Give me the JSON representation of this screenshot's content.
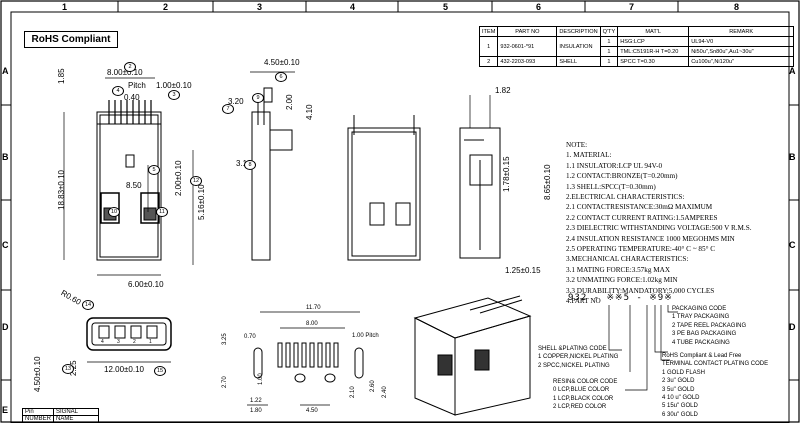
{
  "border": {
    "columns": [
      "1",
      "2",
      "3",
      "4",
      "5",
      "6",
      "7",
      "8"
    ],
    "rows": [
      "A",
      "B",
      "C",
      "D",
      "E"
    ]
  },
  "rohs_label": "RoHS Compliant",
  "bom": {
    "headers": [
      "ITEM",
      "PART NO",
      "DESCRIPTION",
      "Q'TY",
      "MAT'L",
      "REMARK"
    ],
    "rows": [
      {
        "item": "1",
        "part_no": "932-0601-*91",
        "description": "INSULATION",
        "qty": [
          "1",
          "1"
        ],
        "matl": [
          "HSG:LCP",
          "TML:C5191R-H T=0.20"
        ],
        "remark": [
          "UL94-V0",
          "Ni50u\",Sn80u\",Au1~30u\""
        ]
      },
      {
        "item": "2",
        "part_no": "432-2203-093",
        "description": "SHELL",
        "qty": [
          "1"
        ],
        "matl": [
          "SPCC T=0.30"
        ],
        "remark": [
          "Cu100u\",Ni120u\""
        ]
      }
    ]
  },
  "dimensions": {
    "top_width": "8.00±0.10",
    "pitch_label": "Pitch",
    "pitch_value": "1.00±0.10",
    "d_040": "0.40",
    "d_185": "1.85",
    "d_1883": "18.83±0.10",
    "d_850": "8.50",
    "d_200a": "2.00±0.10",
    "d_516": "5.16±0.10",
    "d_600": "6.00±0.10",
    "d_450": "4.50±0.10",
    "d_320": "3.20",
    "d_200b": "2.00",
    "d_410": "4.10",
    "d_310": "3.10",
    "d_182": "1.82",
    "d_178": "1.78±0.15",
    "d_865": "8.65±0.10",
    "d_125": "1.25±0.15",
    "d_r060": "R0.60",
    "d_1200": "12.00±0.10",
    "d_450b": "4.50±0.10",
    "d_225": "2.25",
    "d_1170": "11.70",
    "d_800": "8.00",
    "d_070": "0.70",
    "d_325": "3.25",
    "d_100pitch": "1.00 Pitch",
    "d_270": "2.70",
    "d_122": "1.22",
    "d_180": "1.80",
    "d_450c": "4.50",
    "d_210": "2.10",
    "d_260": "2.60",
    "d_240": "2.40",
    "d_100": "1.00"
  },
  "balloons": [
    "2",
    "3",
    "4",
    "5",
    "6",
    "7",
    "8",
    "9",
    "10",
    "11",
    "12",
    "13",
    "14",
    "15"
  ],
  "notes": [
    "NOTE:",
    "1. MATERIAL:",
    "1.1 INSULATOR:LCP UL 94V-0",
    "1.2 CONTACT:BRONZE(T=0.20mm)",
    "1.3 SHELL:SPCC(T=0.30mm)",
    "2.ELECTRICAL CHARACTERISTICS:",
    "2.1 CONTACTRESISTANCE:30mΩ MAXIMUM",
    "2.2 CONTACT CURRENT RATING:1.5AMPERES",
    "2.3 DIELECTRIC WITHSTANDING VOLTAGE:500 V R.M.S.",
    "2.4 INSULATION RESISTANCE 1000 MEGOHMS MIN",
    "2.5 OPERATING TEMPERATURE:-40° C ~ 85° C",
    "3.MECHANICAL CHARACTERISTICS:",
    "3.1 MATING FORCE:3.57kg MAX",
    "3.2 UNMATING FORCE:1.02kg MIN",
    "3.3 DURABILITY:MANDATORY:5,000 CYCLES",
    "4.PART NO"
  ],
  "part_number": {
    "code": "932 - ※※5 - ※9※",
    "packaging_title": "PACKAGING CODE",
    "packaging": [
      "1 TRAY PACKAGING",
      "2 TAPE REEL PACKAGING",
      "3 PE BAG PACKAGING",
      "4 TUBE PACKAGING"
    ],
    "rohs": "RoHS Compliant & Lead Free",
    "terminal_title": "TERMINAL CONTACT PLATING CODE",
    "terminal": [
      "1 GOLD FLASH",
      "2 3u\" GOLD",
      "3 5u\" GOLD",
      "4 10 u\" GOLD",
      "5 15u\" GOLD",
      "6 30u\" GOLD"
    ],
    "shell_title": "SHELL &PLATING CODE",
    "shell": [
      "1 COPPER,NICKEL PLATING",
      "2 SPCC,NICKEL PLATING"
    ],
    "resin_title": "RESIN& COLOR CODE",
    "resin": [
      "0 LCP,BLUE COLOR",
      "1 LCP,BLACK COLOR",
      "2 LCP,RED COLOR"
    ]
  },
  "pin_table": {
    "pin": "Pin",
    "signal": "SIGNAL",
    "number": "NUMBER",
    "name": "NAME"
  },
  "pin_numbers": [
    "4",
    "3",
    "2",
    "1"
  ]
}
